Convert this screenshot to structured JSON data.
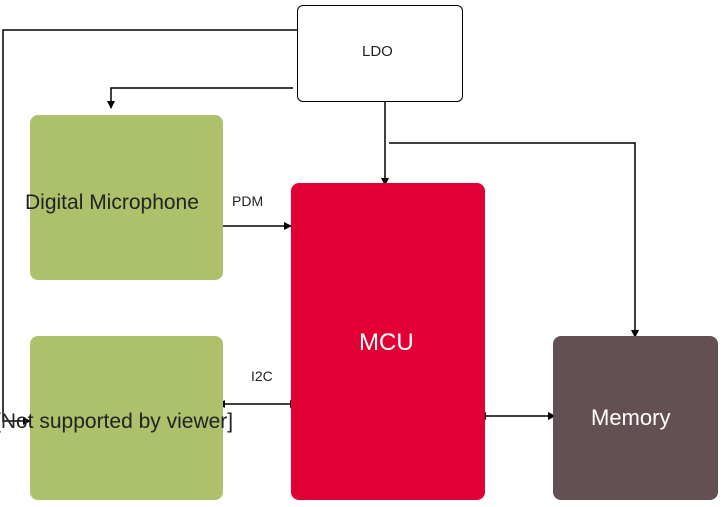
{
  "diagram": {
    "nodes": {
      "ldo": {
        "label": "LDO",
        "fill": "#ffffff",
        "stroke": "#000000"
      },
      "mic": {
        "label": "Digital Microphone",
        "fill": "#adc06a"
      },
      "sensor": {
        "label": "[Not supported by viewer]",
        "fill": "#adc06a"
      },
      "mcu": {
        "label": "MCU",
        "fill": "#e00034"
      },
      "memory": {
        "label": "Memory",
        "fill": "#645052"
      }
    },
    "edges": {
      "pdm": {
        "label": "PDM"
      },
      "i2c": {
        "label": "I2C"
      }
    }
  }
}
